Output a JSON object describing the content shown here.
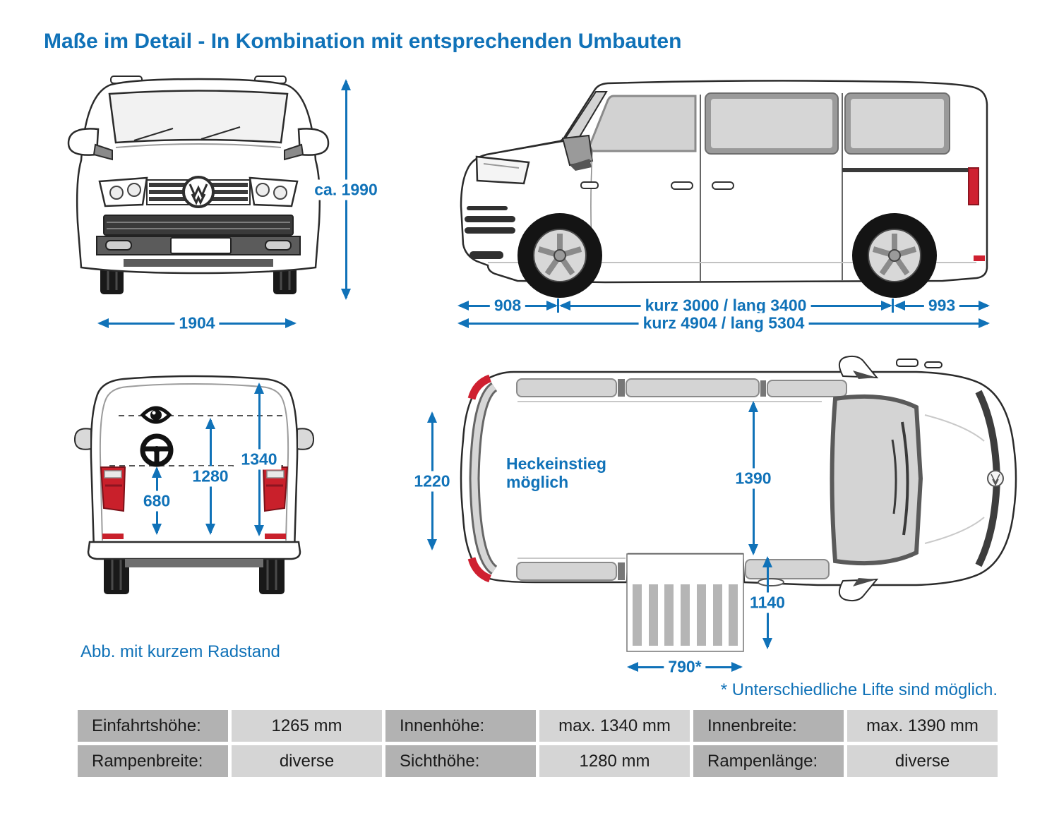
{
  "title": "Maße im Detail - In Kombination mit entsprechenden Umbauten",
  "colors": {
    "accent": "#1072b8",
    "taillight_red": "#cc2130",
    "table_label_bg": "#b2b2b2",
    "table_value_bg": "#d5d5d5"
  },
  "views": {
    "front": {
      "height_label": "ca. 1990",
      "width_label": "1904"
    },
    "side": {
      "front_overhang": "908",
      "wheelbase": "kurz 3000 / lang 3400",
      "rear_overhang": "993",
      "total_length": "kurz 4904 / lang 5304"
    },
    "rear": {
      "inner_height": "1340",
      "sight_height": "1280",
      "load_height": "680",
      "caption": "Abb. mit kurzem Radstand",
      "icons": [
        "eye-icon",
        "steering-wheel-icon"
      ]
    },
    "top": {
      "rear_opening": "1220",
      "inner_width": "1390",
      "door_opening": "1140",
      "ramp_width": "790*",
      "annotation": "Heckeinstieg möglich"
    }
  },
  "footnote": "* Unterschiedliche Lifte sind möglich.",
  "table": {
    "rows": [
      [
        {
          "label": "Einfahrtshöhe:",
          "value": "1265 mm"
        },
        {
          "label": "Innenhöhe:",
          "value": "max. 1340 mm"
        },
        {
          "label": "Innenbreite:",
          "value": "max. 1390 mm"
        }
      ],
      [
        {
          "label": "Rampenbreite:",
          "value": "diverse"
        },
        {
          "label": "Sichthöhe:",
          "value": "1280 mm"
        },
        {
          "label": "Rampenlänge:",
          "value": "diverse"
        }
      ]
    ]
  }
}
